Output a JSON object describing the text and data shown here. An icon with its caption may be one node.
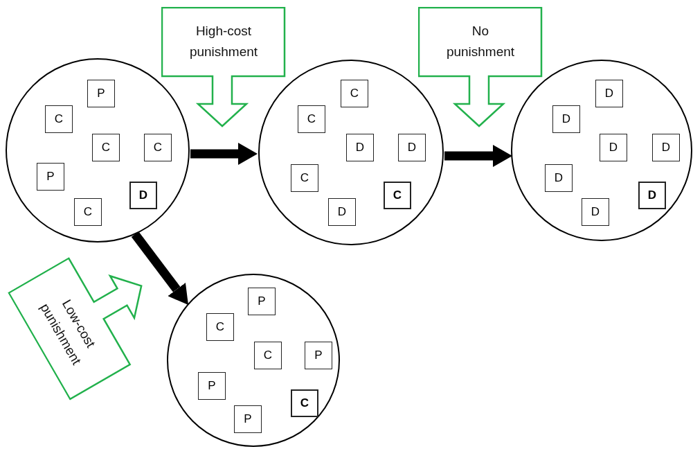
{
  "diagram": {
    "nodes": [
      {
        "text": [],
        "shape": "circle"
      },
      {
        "text": [
          "P"
        ],
        "in": 0
      },
      {
        "text": [
          "C"
        ],
        "in": 0
      },
      {
        "text": [
          "C"
        ],
        "in": 0
      },
      {
        "text": [
          "C"
        ],
        "in": 0
      },
      {
        "text": [
          "P"
        ],
        "in": 0
      },
      {
        "text": [
          "D"
        ],
        "in": 0
      },
      {
        "text": [
          "C"
        ],
        "in": 0
      },
      {
        "text": [
          "High-cost punishment"
        ]
      },
      {
        "text": [],
        "shape": "circle"
      },
      {
        "text": [
          "C"
        ],
        "in": 9
      },
      {
        "text": [
          "C"
        ],
        "in": 9
      },
      {
        "text": [
          "D"
        ],
        "in": 9
      },
      {
        "text": [
          "D"
        ],
        "in": 9
      },
      {
        "text": [
          "C"
        ],
        "in": 9
      },
      {
        "text": [
          "C"
        ],
        "in": 9
      },
      {
        "text": [
          "D"
        ],
        "in": 9
      },
      {
        "text": [
          "No punishment"
        ]
      },
      {
        "text": [],
        "shape": "circle"
      },
      {
        "text": [
          "D"
        ],
        "in": 18
      },
      {
        "text": [
          "D"
        ],
        "in": 18
      },
      {
        "text": [
          "D"
        ],
        "in": 18
      },
      {
        "text": [
          "D"
        ],
        "in": 18
      },
      {
        "text": [
          "D"
        ],
        "in": 18
      },
      {
        "text": [
          "D"
        ],
        "in": 18
      },
      {
        "text": [
          "D"
        ],
        "in": 18
      },
      {
        "text": [
          "Low-cost punishment"
        ]
      },
      {
        "text": [],
        "shape": "circle"
      },
      {
        "text": [
          "P"
        ],
        "in": 27
      },
      {
        "text": [
          "C"
        ],
        "in": 27
      },
      {
        "text": [
          "C"
        ],
        "in": 27
      },
      {
        "text": [
          "P"
        ],
        "in": 27
      },
      {
        "text": [
          "P"
        ],
        "in": 27
      },
      {
        "text": [
          "C"
        ],
        "in": 27
      },
      {
        "text": [
          "P"
        ],
        "in": 27
      }
    ],
    "edges": [
      {
        "from": 0,
        "to": 9,
        "arrow": "to"
      },
      {
        "from": 9,
        "to": 18,
        "arrow": "to"
      },
      {
        "from": 0,
        "to": 27,
        "arrow": "to"
      }
    ]
  }
}
